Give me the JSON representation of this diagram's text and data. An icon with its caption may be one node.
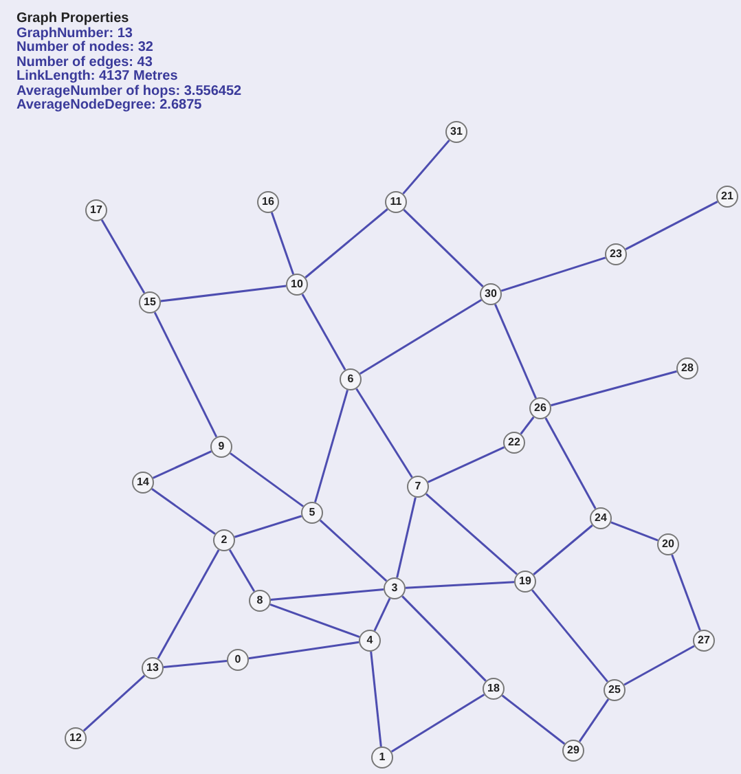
{
  "diagram": {
    "title": "Graph Properties",
    "labels": [
      "GraphNumber: 13",
      "Number of nodes: 32",
      "Number of edges: 43",
      "LinkLength: 4137 Metres",
      "AverageNumber of hops: 3.556452",
      "AverageNodeDegree: 2.6875"
    ],
    "nodes": [
      {
        "text": [
          "0"
        ]
      },
      {
        "text": [
          "1"
        ]
      },
      {
        "text": [
          "2"
        ]
      },
      {
        "text": [
          "3"
        ]
      },
      {
        "text": [
          "4"
        ]
      },
      {
        "text": [
          "5"
        ]
      },
      {
        "text": [
          "6"
        ]
      },
      {
        "text": [
          "7"
        ]
      },
      {
        "text": [
          "8"
        ]
      },
      {
        "text": [
          "9"
        ]
      },
      {
        "text": [
          "10"
        ]
      },
      {
        "text": [
          "11"
        ]
      },
      {
        "text": [
          "12"
        ]
      },
      {
        "text": [
          "13"
        ]
      },
      {
        "text": [
          "14"
        ]
      },
      {
        "text": [
          "15"
        ]
      },
      {
        "text": [
          "16"
        ]
      },
      {
        "text": [
          "17"
        ]
      },
      {
        "text": [
          "18"
        ]
      },
      {
        "text": [
          "19"
        ]
      },
      {
        "text": [
          "20"
        ]
      },
      {
        "text": [
          "21"
        ]
      },
      {
        "text": [
          "22"
        ]
      },
      {
        "text": [
          "23"
        ]
      },
      {
        "text": [
          "24"
        ]
      },
      {
        "text": [
          "25"
        ]
      },
      {
        "text": [
          "26"
        ]
      },
      {
        "text": [
          "27"
        ]
      },
      {
        "text": [
          "28"
        ]
      },
      {
        "text": [
          "29"
        ]
      },
      {
        "text": [
          "30"
        ]
      },
      {
        "text": [
          "31"
        ]
      }
    ],
    "edges": [
      {
        "from": 17,
        "to": 15,
        "arrow": "none"
      },
      {
        "from": 15,
        "to": 10,
        "arrow": "none"
      },
      {
        "from": 16,
        "to": 10,
        "arrow": "none"
      },
      {
        "from": 10,
        "to": 11,
        "arrow": "none"
      },
      {
        "from": 11,
        "to": 31,
        "arrow": "none"
      },
      {
        "from": 11,
        "to": 30,
        "arrow": "none"
      },
      {
        "from": 10,
        "to": 6,
        "arrow": "none"
      },
      {
        "from": 6,
        "to": 30,
        "arrow": "none"
      },
      {
        "from": 30,
        "to": 23,
        "arrow": "none"
      },
      {
        "from": 23,
        "to": 21,
        "arrow": "none"
      },
      {
        "from": 30,
        "to": 26,
        "arrow": "none"
      },
      {
        "from": 26,
        "to": 28,
        "arrow": "none"
      },
      {
        "from": 26,
        "to": 22,
        "arrow": "none"
      },
      {
        "from": 26,
        "to": 24,
        "arrow": "none"
      },
      {
        "from": 15,
        "to": 9,
        "arrow": "none"
      },
      {
        "from": 9,
        "to": 14,
        "arrow": "none"
      },
      {
        "from": 9,
        "to": 5,
        "arrow": "none"
      },
      {
        "from": 14,
        "to": 2,
        "arrow": "none"
      },
      {
        "from": 2,
        "to": 5,
        "arrow": "none"
      },
      {
        "from": 5,
        "to": 6,
        "arrow": "none"
      },
      {
        "from": 5,
        "to": 3,
        "arrow": "none"
      },
      {
        "from": 2,
        "to": 8,
        "arrow": "none"
      },
      {
        "from": 2,
        "to": 13,
        "arrow": "none"
      },
      {
        "from": 8,
        "to": 3,
        "arrow": "none"
      },
      {
        "from": 8,
        "to": 4,
        "arrow": "none"
      },
      {
        "from": 4,
        "to": 0,
        "arrow": "none"
      },
      {
        "from": 13,
        "to": 0,
        "arrow": "none"
      },
      {
        "from": 13,
        "to": 12,
        "arrow": "none"
      },
      {
        "from": 4,
        "to": 1,
        "arrow": "none"
      },
      {
        "from": 6,
        "to": 7,
        "arrow": "none"
      },
      {
        "from": 7,
        "to": 22,
        "arrow": "none"
      },
      {
        "from": 7,
        "to": 3,
        "arrow": "none"
      },
      {
        "from": 7,
        "to": 19,
        "arrow": "none"
      },
      {
        "from": 3,
        "to": 19,
        "arrow": "none"
      },
      {
        "from": 3,
        "to": 4,
        "arrow": "none"
      },
      {
        "from": 3,
        "to": 18,
        "arrow": "none"
      },
      {
        "from": 18,
        "to": 1,
        "arrow": "none"
      },
      {
        "from": 18,
        "to": 29,
        "arrow": "none"
      },
      {
        "from": 24,
        "to": 19,
        "arrow": "none"
      },
      {
        "from": 24,
        "to": 20,
        "arrow": "none"
      },
      {
        "from": 19,
        "to": 25,
        "arrow": "none"
      },
      {
        "from": 20,
        "to": 27,
        "arrow": "none"
      },
      {
        "from": 27,
        "to": 25,
        "arrow": "none"
      },
      {
        "from": 25,
        "to": 29,
        "arrow": "none"
      }
    ]
  }
}
